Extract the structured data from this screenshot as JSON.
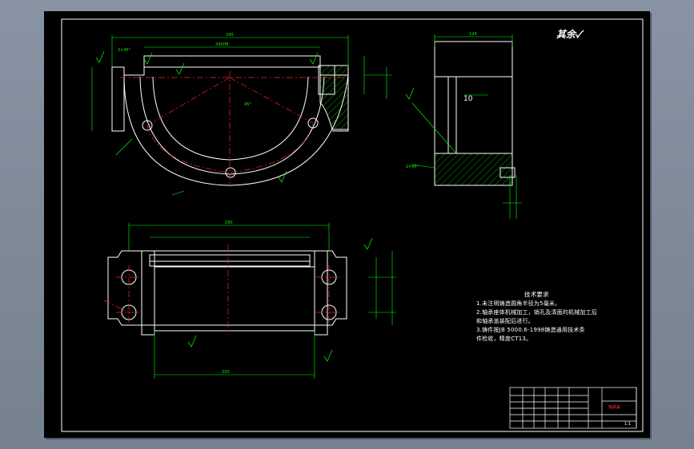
{
  "drawing": {
    "stamp_text": "其余",
    "roughness_symbol": "✓",
    "tech_notes": {
      "title": "技术要求",
      "lines": [
        "1.未注明铸造圆角半径为5毫米。",
        "2.轴承座体机械加工，销孔及清面的机械加工后",
        "  和轴承盖装配后进行。",
        "3.铸件按JB 5000.6-1998铸造通用技术条",
        "  件检收，精度CT13。"
      ]
    },
    "dimension_labels": {
      "top_width": "240",
      "top_inner": "245H8",
      "side_width": "124",
      "bottom_width": "290",
      "bottom_slot": "220",
      "side_tolerance": "10",
      "chamfer_left": "2×45°",
      "chamfer_right": "2×45°",
      "angle": "45°"
    },
    "title_block": {
      "name_label": "轴承盖",
      "scale_label": "1:1"
    },
    "colors": {
      "background": "#000000",
      "outline": "#ffffff",
      "dimension": "#00ff00",
      "centerline": "#ff2020",
      "hatch": "#00ff00",
      "border": "#ffffff"
    }
  }
}
